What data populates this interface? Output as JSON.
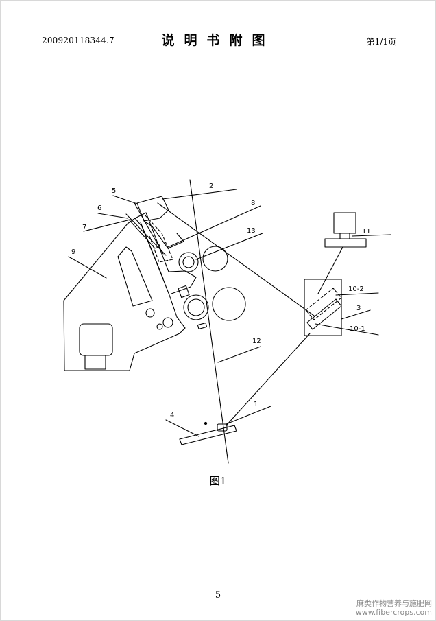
{
  "header": {
    "application_number": "200920118344.7",
    "title": "说明书附图",
    "page_of": "第1/1页"
  },
  "figure": {
    "caption": "图1",
    "labels": {
      "l1": "1",
      "l2": "2",
      "l3": "3",
      "l4": "4",
      "l5": "5",
      "l6": "6",
      "l7": "7",
      "l8": "8",
      "l9": "9",
      "l10_1": "10-1",
      "l10_2": "10-2",
      "l11": "11",
      "l12": "12",
      "l13": "13"
    }
  },
  "footer": {
    "page_number": "5"
  },
  "watermark": {
    "line1": "麻类作物营养与施肥网",
    "line2": "www.fibercrops.com"
  }
}
